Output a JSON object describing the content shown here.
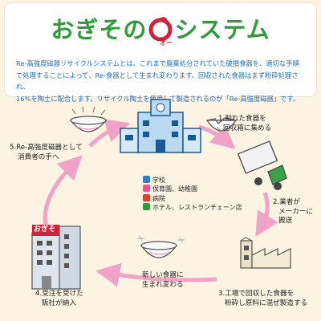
{
  "title": {
    "prefix": "おぎその",
    "mark": "O",
    "ruby": "オー",
    "suffix": "システム"
  },
  "description": [
    "Re-高強度磁器リサイクルシステムとは、これまで廃棄処分されていた破損食器を、適切な手順",
    "で処理することによって、Re-食器として生まれ変わります。回収された食器はまず粉砕処理され、",
    "16%を陶土に配合します。リサイクル陶土を使用して製造されるのが「Re-高強度磁器」です。"
  ],
  "steps": [
    {
      "lines": [
        "1.割れた食器を",
        "回収箱に集める"
      ]
    },
    {
      "lines": [
        "2.業者が",
        "メーカーに",
        "搬送"
      ]
    },
    {
      "lines": [
        "3.工場で回収した食器を",
        "粉砕し原料に混ぜ製造する"
      ]
    },
    {
      "lines": [
        "新しい食器に",
        "生まれ変わる"
      ]
    },
    {
      "lines": [
        "4.受注を受けた",
        "販社が納入"
      ]
    },
    {
      "lines": [
        "5.Re-高強度磁器として",
        "消費者の手へ"
      ]
    }
  ],
  "legend": [
    {
      "label": "学校",
      "icon": "school-icon",
      "color": "#2a7fd4"
    },
    {
      "label": "保育園、幼稚園",
      "icon": "nursery-icon",
      "color": "#e9548e"
    },
    {
      "label": "病院",
      "icon": "hospital-icon",
      "color": "#e23a2f"
    },
    {
      "label": "ホテル、レストランチェーン店",
      "icon": "hotel-icon",
      "color": "#2f9b3a"
    }
  ],
  "building_sign": "おぎそ",
  "colors": {
    "title_green": "#2f9b3a",
    "mark_red": "#d4213b",
    "desc_blue": "#1e6fbd",
    "arrow_pink": "#f0a3c7",
    "background": "#fdf3e3"
  }
}
